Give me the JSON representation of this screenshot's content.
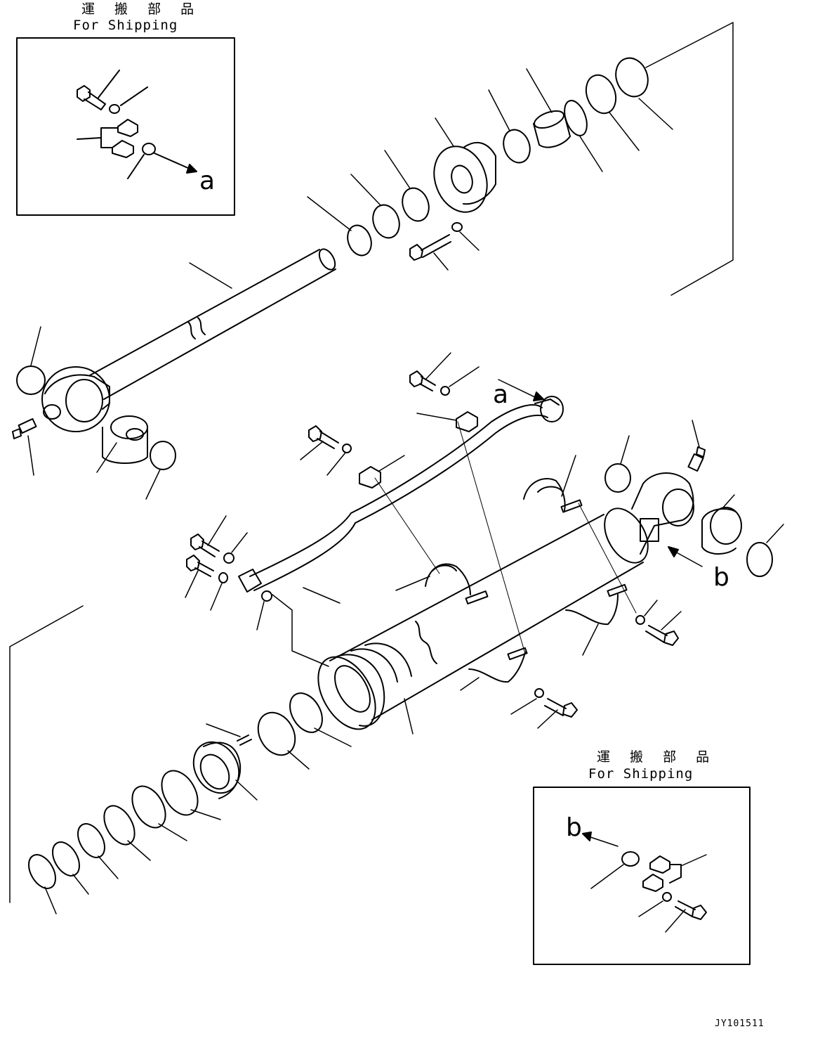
{
  "shipping_box_1": {
    "title_jp": "運 搬 部 品",
    "title_en": "For Shipping",
    "ref_letter": "a"
  },
  "shipping_box_2": {
    "title_jp": "運 搬 部 品",
    "title_en": "For Shipping",
    "ref_letter": "b"
  },
  "main_view": {
    "ref_a": "a",
    "ref_b": "b"
  },
  "drawing_code": "JY101511"
}
